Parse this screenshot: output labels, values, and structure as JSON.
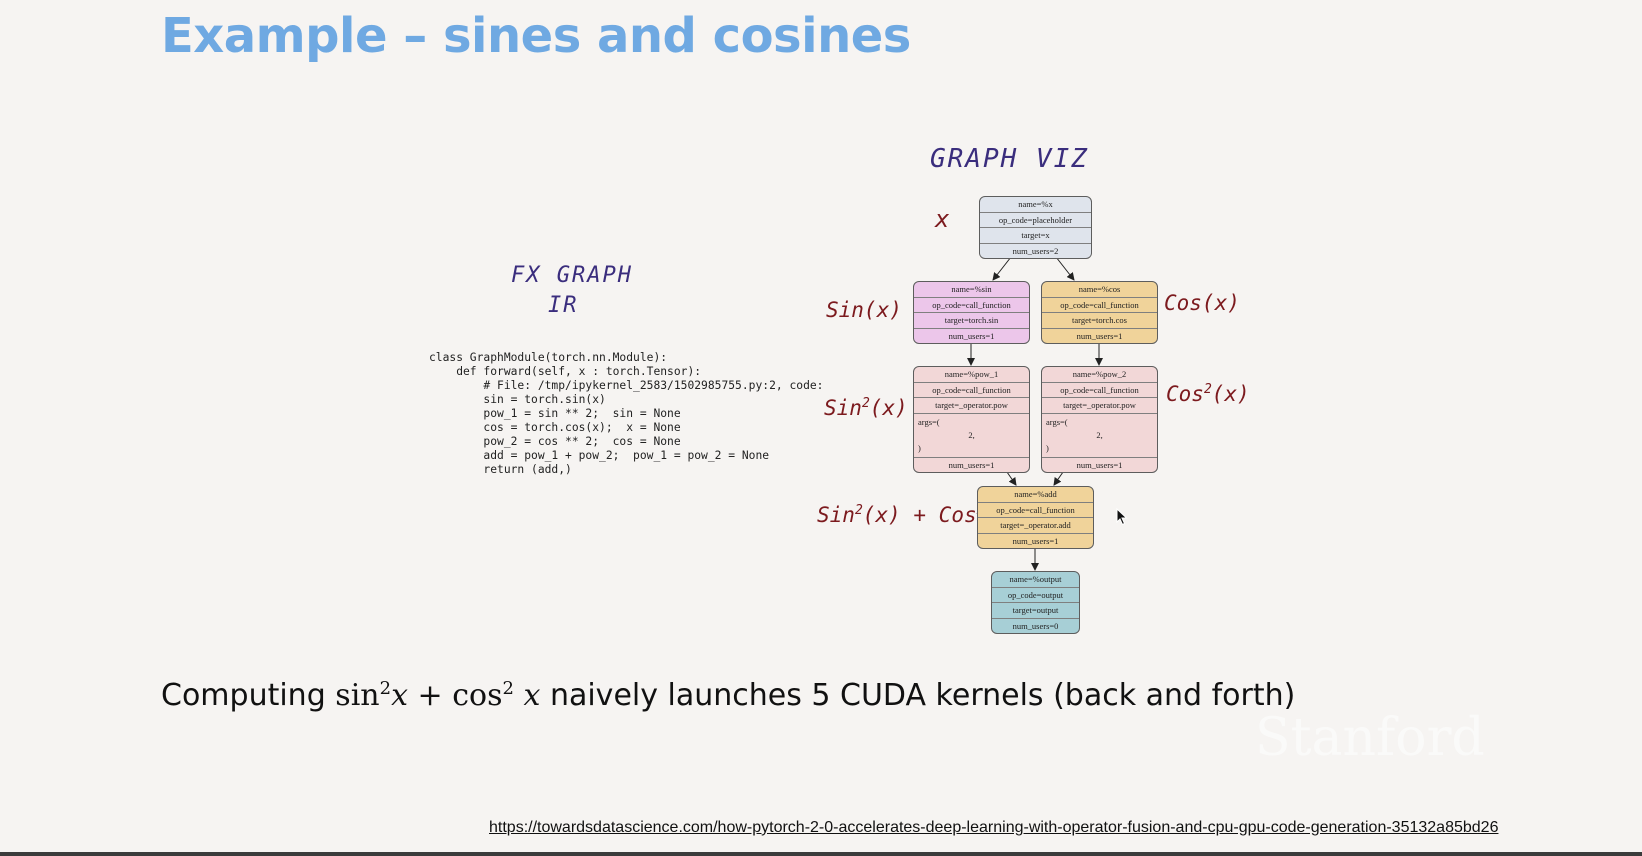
{
  "title": "Example – sines and cosines",
  "annotations": {
    "graph_viz": "GRAPH VIZ",
    "fx_graph": "FX GRAPH",
    "ir": "IR",
    "x": "x",
    "sin_x": "Sin(x)",
    "cos_x": "Cos(x)",
    "sin2_base": "Sin",
    "cos2_base": "Cos",
    "exp": "2",
    "arg": "(x)",
    "plus": "+"
  },
  "code_lines": [
    "class GraphModule(torch.nn.Module):",
    "    def forward(self, x : torch.Tensor):",
    "        # File: /tmp/ipykernel_2583/1502985755.py:2, code:",
    "        sin = torch.sin(x)",
    "        pow_1 = sin ** 2;  sin = None",
    "        cos = torch.cos(x);  x = None",
    "        pow_2 = cos ** 2;  cos = None",
    "        add = pow_1 + pow_2;  pow_1 = pow_2 = None",
    "        return (add,)"
  ],
  "nodes": {
    "x": {
      "rows": [
        "name=%x",
        "op_code=placeholder",
        "target=x",
        "num_users=2"
      ]
    },
    "sin": {
      "rows": [
        "name=%sin",
        "op_code=call_function",
        "target=torch.sin",
        "num_users=1"
      ]
    },
    "cos": {
      "rows": [
        "name=%cos",
        "op_code=call_function",
        "target=torch.cos",
        "num_users=1"
      ]
    },
    "pow_1": {
      "rows": [
        "name=%pow_1",
        "op_code=call_function",
        "target=_operator.pow"
      ],
      "args": [
        "args=(",
        "2,",
        ")"
      ],
      "last": "num_users=1"
    },
    "pow_2": {
      "rows": [
        "name=%pow_2",
        "op_code=call_function",
        "target=_operator.pow"
      ],
      "args": [
        "args=(",
        "2,",
        ")"
      ],
      "last": "num_users=1"
    },
    "add": {
      "rows": [
        "name=%add",
        "op_code=call_function",
        "target=_operator.add",
        "num_users=1"
      ]
    },
    "output": {
      "rows": [
        "name=%output",
        "op_code=output",
        "target=output",
        "num_users=0"
      ]
    }
  },
  "caption": {
    "prefix": "Computing",
    "sin": "sin",
    "cos": "cos",
    "exp": "2",
    "var": "x",
    "plus": "+",
    "suffix": "naively launches 5 CUDA kernels (back and forth)"
  },
  "watermark": "Stanford",
  "source_url": "https://towardsdatascience.com/how-pytorch-2-0-accelerates-deep-learning-with-operator-fusion-and-cpu-gpu-code-generation-35132a85bd26",
  "colors": {
    "title": "#6fa9e2",
    "purple_ink": "#3a2d7d",
    "red_ink": "#7c1a1e",
    "node_gray": "#dfe4ec",
    "node_pink": "#ecc6ea",
    "node_gold": "#f0d39a",
    "node_rose": "#f2d7d7",
    "node_teal": "#a7cfd6"
  }
}
